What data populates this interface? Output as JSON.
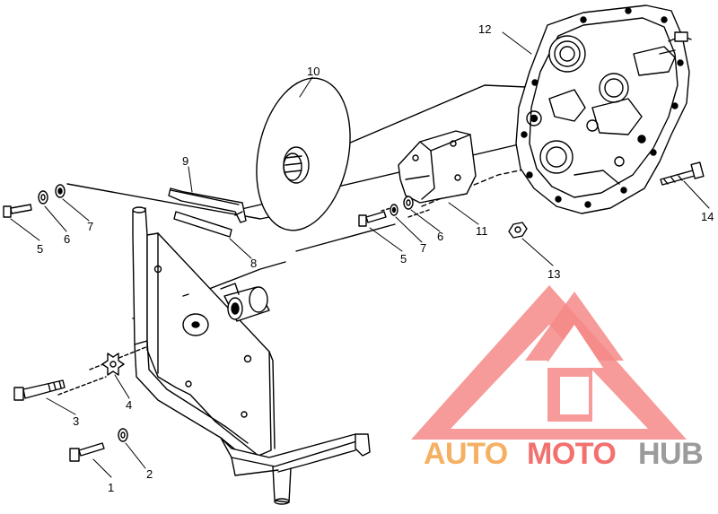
{
  "callouts": {
    "c1": "1",
    "c2": "2",
    "c3": "3",
    "c4": "4",
    "c5a": "5",
    "c6a": "6",
    "c7a": "7",
    "c8": "8",
    "c9": "9",
    "c10": "10",
    "c11": "11",
    "c5b": "5",
    "c7b": "7",
    "c6b": "6",
    "c12": "12",
    "c13": "13",
    "c14": "14"
  },
  "watermark": {
    "part1": "AUTO",
    "part2": "MOTO",
    "part3": "HUB",
    "color_orange": "#F5B063",
    "color_red": "#F2706E",
    "color_gray": "#9B9B9B"
  }
}
